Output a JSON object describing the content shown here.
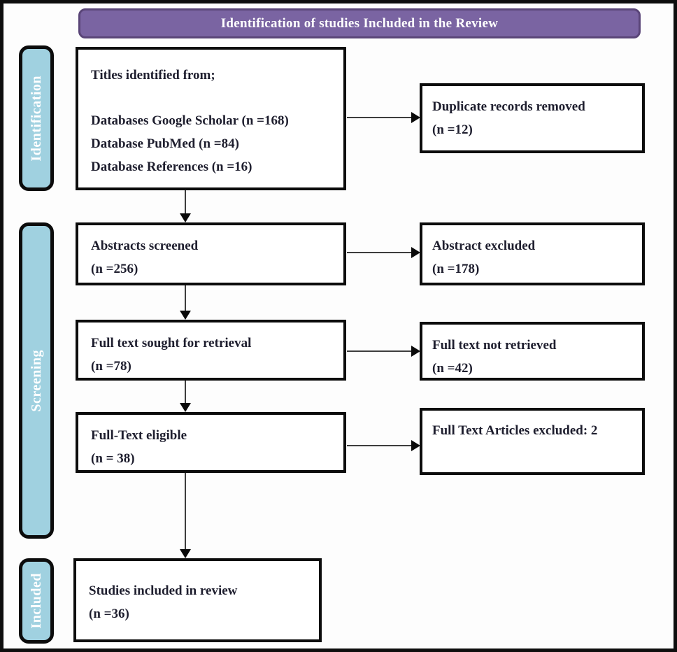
{
  "header": {
    "title": "Identification of studies Included in the Review"
  },
  "colors": {
    "header_fill": "#7a64a2",
    "header_border": "#5a4578",
    "stage_fill": "#a0d1e0",
    "box_border": "#0c0c0c",
    "arrow": "#3d3d3d",
    "text": "#1e1e2e"
  },
  "stages": [
    {
      "label": "Identification"
    },
    {
      "label": "Screening"
    },
    {
      "label": "Included"
    }
  ],
  "boxes": {
    "titles": {
      "heading": "Titles identified from;",
      "lines": [
        "Databases Google Scholar (n =168)",
        "Database PubMed (n =84)",
        "Database References (n =16)"
      ]
    },
    "duplicates": {
      "lines": [
        "Duplicate records removed",
        "(n =12)"
      ]
    },
    "abstracts": {
      "lines": [
        "Abstracts screened",
        "(n =256)"
      ]
    },
    "abstract_excluded": {
      "lines": [
        "Abstract excluded",
        "(n =178)"
      ]
    },
    "fulltext_sought": {
      "lines": [
        "Full text sought for retrieval",
        "(n =78)"
      ]
    },
    "not_retrieved": {
      "lines": [
        "Full text not retrieved",
        "(n =42)"
      ]
    },
    "fulltext_eligible": {
      "lines": [
        "Full-Text eligible",
        "(n = 38)"
      ]
    },
    "articles_excluded": {
      "lines": [
        "Full Text Articles excluded: 2"
      ]
    },
    "studies_included": {
      "lines": [
        "Studies included in review",
        "(n =36)"
      ]
    }
  }
}
